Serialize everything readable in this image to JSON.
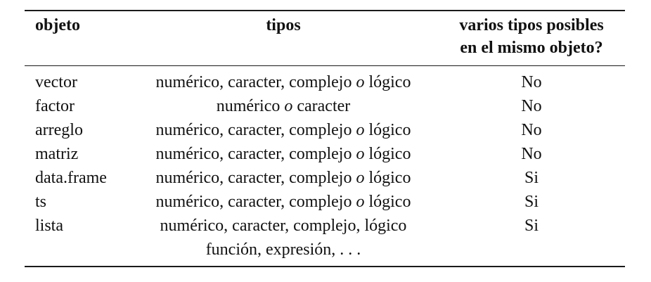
{
  "table": {
    "headers": {
      "objeto": "objeto",
      "tipos": "tipos",
      "varios_line1": "varios tipos posibles",
      "varios_line2": "en el mismo objeto?"
    },
    "rows": [
      {
        "objeto": "vector",
        "tipos_a": "numérico, caracter, complejo ",
        "tipos_conj": "o",
        "tipos_b": " lógico",
        "varios": "No"
      },
      {
        "objeto": "factor",
        "tipos_a": "numérico ",
        "tipos_conj": "o",
        "tipos_b": " caracter",
        "varios": "No"
      },
      {
        "objeto": "arreglo",
        "tipos_a": "numérico, caracter, complejo ",
        "tipos_conj": "o",
        "tipos_b": " lógico",
        "varios": "No"
      },
      {
        "objeto": "matriz",
        "tipos_a": "numérico, caracter, complejo ",
        "tipos_conj": "o",
        "tipos_b": " lógico",
        "varios": "No"
      },
      {
        "objeto": "data.frame",
        "tipos_a": "numérico, caracter, complejo ",
        "tipos_conj": "o",
        "tipos_b": " lógico",
        "varios": "Si"
      },
      {
        "objeto": "ts",
        "tipos_a": "numérico, caracter, complejo ",
        "tipos_conj": "o",
        "tipos_b": " lógico",
        "varios": "Si"
      },
      {
        "objeto": "lista",
        "tipos_a": "numérico, caracter, complejo, lógico",
        "varios": "Si"
      }
    ],
    "lista_continuation": "función, expresión, . . ."
  }
}
